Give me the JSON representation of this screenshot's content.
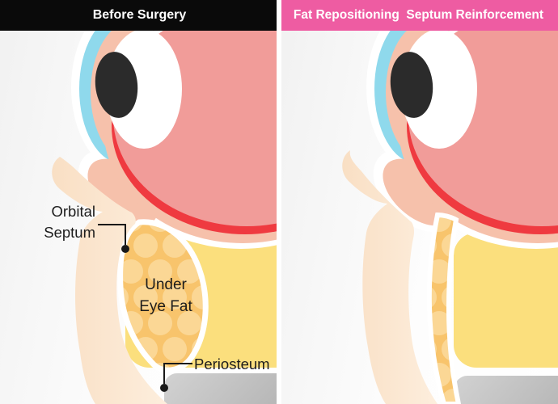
{
  "header": {
    "before_title": "Before Surgery",
    "after_title": "Fat Repositioning  Septum Reinforcement"
  },
  "labels": {
    "orbital_septum_line1": "Orbital",
    "orbital_septum_line2": "Septum",
    "under_eye_fat_line1": "Under",
    "under_eye_fat_line2": "Eye Fat",
    "periosteum": "Periosteum"
  },
  "colors": {
    "header_before_bg": "#0a0a0a",
    "header_after_bg": "#ee5ca2",
    "header_text": "#ffffff",
    "eyeball": "#f19c99",
    "eye_rim": "#f6c1ab",
    "cornea": "#8fd9ec",
    "muscle_red": "#ef3a40",
    "pupil": "#2b2b2b",
    "lens": "#ffffff",
    "halo": "#ffffff",
    "fat": "#f8c46c",
    "fat_dot": "#fbd795",
    "deep_fat": "#fbdf7d",
    "label_text": "#1c1c1c",
    "pointer": "#191919"
  }
}
